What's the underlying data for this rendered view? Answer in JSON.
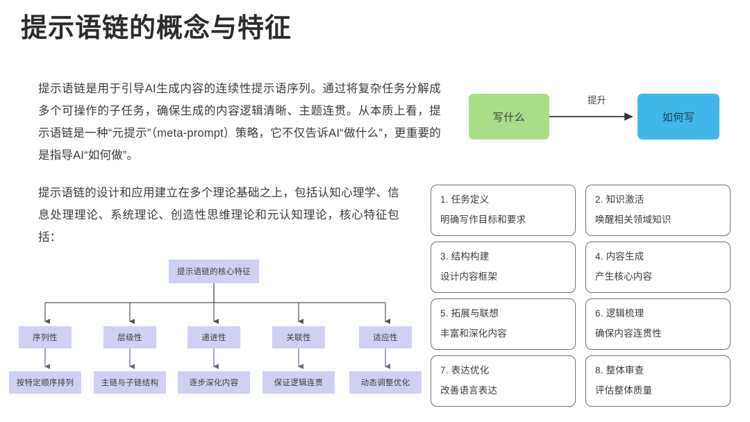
{
  "page": {
    "title": "提示语链的概念与特征",
    "background_color": "#ffffff"
  },
  "content": {
    "paragraph_1": "提示语链是用于引导AI生成内容的连续性提示语序列。通过将复杂任务分解成多个可操作的子任务，确保生成的内容逻辑清晰、主题连贯。从本质上看，提示语链是一种“元提示”（meta-prompt）策略，它不仅告诉AI“做什么”，更重要的是指导AI“如何做”。",
    "paragraph_2": "提示语链的设计和应用建立在多个理论基础之上，包括认知心理学、信息处理理论、系统理论、创造性思维理论和元认知理论，核心特征包括："
  },
  "flow_diagram": {
    "source_label": "写什么",
    "target_label": "如何写",
    "edge_label": "提升",
    "source_color": "#a9dd88",
    "target_color": "#41b6e9",
    "arrow_color": "#333333"
  },
  "card_grid": {
    "cards": [
      {
        "title": "1. 任务定义",
        "desc": "明确写作目标和要求"
      },
      {
        "title": "2. 知识激活",
        "desc": "唤醒相关领域知识"
      },
      {
        "title": "3. 结构构建",
        "desc": "设计内容框架"
      },
      {
        "title": "4. 内容生成",
        "desc": "产生核心内容"
      },
      {
        "title": "5. 拓展与联想",
        "desc": "丰富和深化内容"
      },
      {
        "title": "6. 逻辑梳理",
        "desc": "确保内容连贯性"
      },
      {
        "title": "7. 表达优化",
        "desc": "改善语言表达"
      },
      {
        "title": "8. 整体审查",
        "desc": "评估整体质量"
      }
    ],
    "border_color": "#6f6f6f"
  },
  "tree_diagram": {
    "root": "提示语链的核心特征",
    "node_color": "#cfd0f3",
    "connector_color": "#555555",
    "features": [
      {
        "name": "序列性",
        "leaf": "按特定顺序排列"
      },
      {
        "name": "层级性",
        "leaf": "主链与子链结构"
      },
      {
        "name": "递进性",
        "leaf": "逐步深化内容"
      },
      {
        "name": "关联性",
        "leaf": "保证逻辑连贯"
      },
      {
        "name": "适应性",
        "leaf": "动态调整优化"
      }
    ]
  }
}
